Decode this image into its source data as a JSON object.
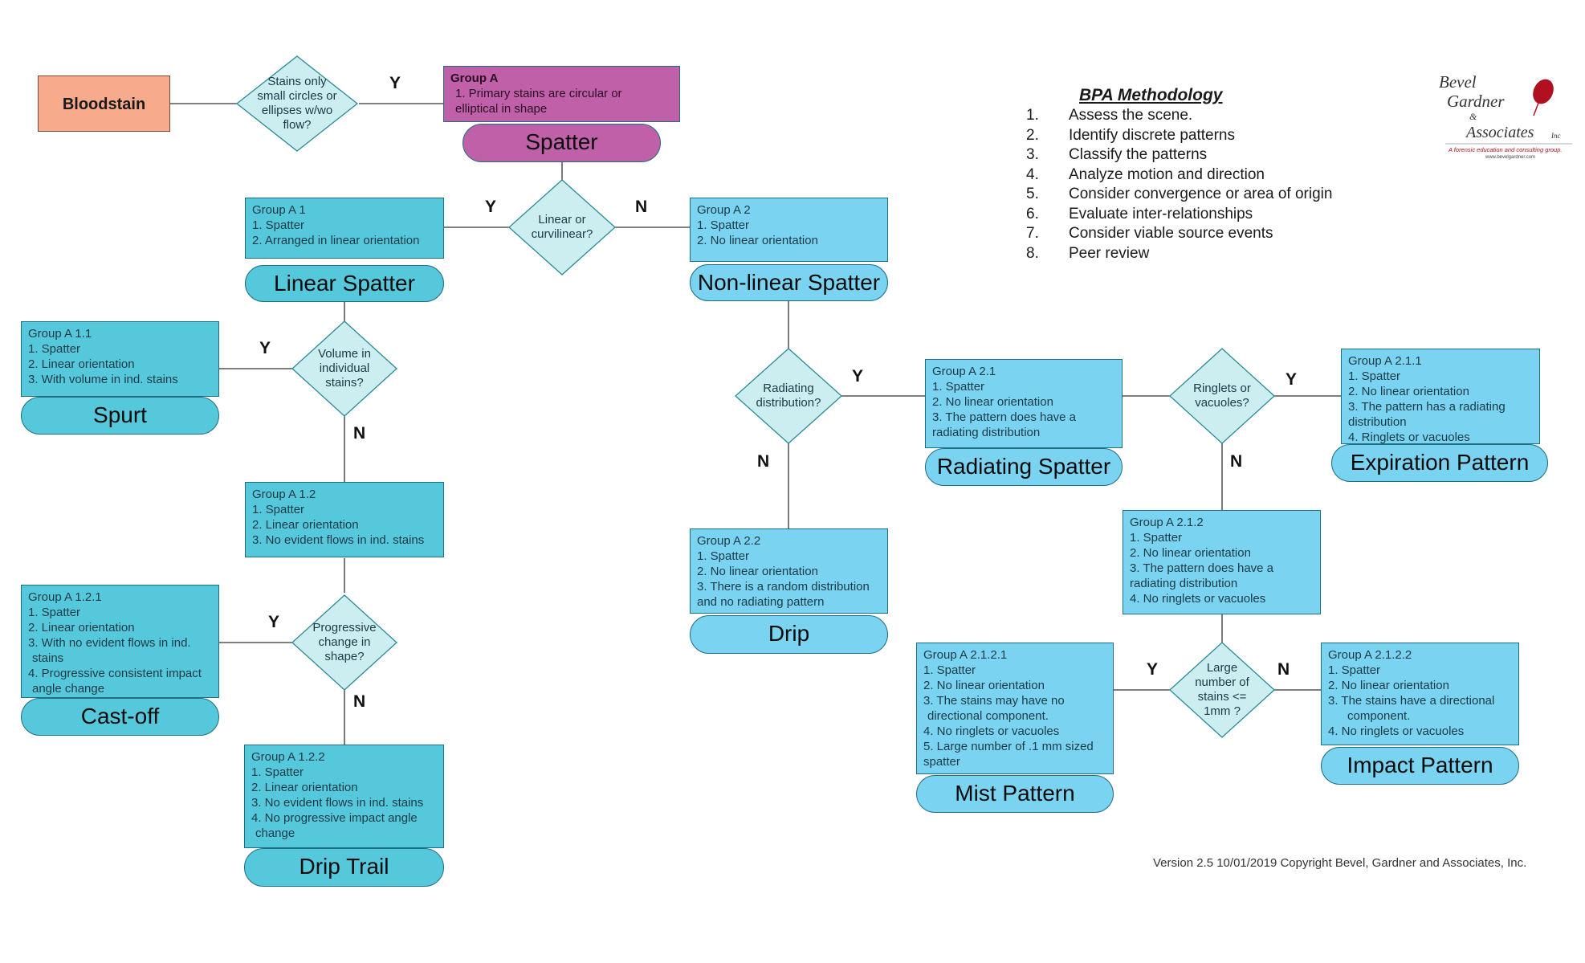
{
  "start": {
    "label": "Bloodstain"
  },
  "questions": {
    "q_stains": "Stains only small circles or ellipses w/wo flow?",
    "q_linear": "Linear or curvilinear?",
    "q_volume": "Volume in individual stains?",
    "q_progressive": "Progressive change in shape?",
    "q_radiating": "Radiating distribution?",
    "q_ringlets": "Ringlets or vacuoles?",
    "q_large": "Large number of stains <= 1mm ?"
  },
  "answers": {
    "yes": "Y",
    "no": "N"
  },
  "groups": {
    "a": {
      "title": "Group A",
      "items": [
        "1. Primary stains are circular or",
        "elliptical in shape"
      ],
      "pattern": "Spatter"
    },
    "a1": {
      "title": "Group A 1",
      "items": [
        "1. Spatter",
        "2. Arranged in linear orientation"
      ],
      "pattern": "Linear Spatter"
    },
    "a2": {
      "title": "Group A 2",
      "items": [
        "1. Spatter",
        "2. No linear orientation"
      ],
      "pattern": "Non-linear Spatter"
    },
    "a11": {
      "title": "Group A 1.1",
      "items": [
        "1. Spatter",
        "2. Linear orientation",
        "3. With volume in ind. stains"
      ],
      "pattern": "Spurt"
    },
    "a12": {
      "title": "Group A 1.2",
      "items": [
        "1. Spatter",
        "2. Linear orientation",
        "3. No evident flows in ind. stains"
      ]
    },
    "a121": {
      "title": "Group A 1.2.1",
      "items": [
        "1. Spatter",
        "2. Linear orientation",
        "3. With no evident flows in ind.",
        "stains",
        "4. Progressive consistent impact",
        "angle change"
      ],
      "pattern": "Cast-off"
    },
    "a122": {
      "title": "Group A 1.2.2",
      "items": [
        "1. Spatter",
        "2. Linear orientation",
        "3. No evident flows in ind. stains",
        "4. No progressive impact angle",
        "change"
      ],
      "pattern": "Drip Trail"
    },
    "a21": {
      "title": "Group A 2.1",
      "items": [
        "1. Spatter",
        "2. No linear orientation",
        "3. The pattern does have a",
        "radiating distribution"
      ],
      "pattern": "Radiating Spatter"
    },
    "a22": {
      "title": "Group A 2.2",
      "items": [
        "1. Spatter",
        "2. No linear orientation",
        "3. There is a random distribution",
        "and no radiating pattern"
      ],
      "pattern": "Drip"
    },
    "a211": {
      "title": "Group A 2.1.1",
      "items": [
        "1. Spatter",
        "2. No linear orientation",
        "3. The pattern has a radiating",
        "distribution",
        "4. Ringlets or vacuoles"
      ],
      "pattern": "Expiration Pattern"
    },
    "a212": {
      "title": "Group A 2.1.2",
      "items": [
        "1. Spatter",
        "2. No linear orientation",
        "3. The pattern does have a",
        "radiating distribution",
        "4. No ringlets or vacuoles"
      ]
    },
    "a2121": {
      "title": "Group A 2.1.2.1",
      "items": [
        "1. Spatter",
        "2. No linear orientation",
        "3. The stains may have no",
        "directional component.",
        "4. No ringlets or vacuoles",
        "5. Large number of .1 mm sized",
        "spatter"
      ],
      "pattern": "Mist Pattern"
    },
    "a2122": {
      "title": "Group A 2.1.2.2",
      "items": [
        "1. Spatter",
        "2. No linear orientation",
        "3. The stains have a directional",
        "component.",
        "4. No ringlets or vacuoles"
      ],
      "pattern": "Impact Pattern"
    }
  },
  "methodology": {
    "title": "BPA Methodology",
    "steps": [
      {
        "num": "1.",
        "text": "Assess the scene."
      },
      {
        "num": "2.",
        "text": "Identify discrete patterns"
      },
      {
        "num": "3.",
        "text": "Classify the patterns"
      },
      {
        "num": "4.",
        "text": "Analyze motion and direction"
      },
      {
        "num": "5.",
        "text": "Consider convergence or area of origin"
      },
      {
        "num": "6.",
        "text": "Evaluate inter-relationships"
      },
      {
        "num": "7.",
        "text": "Consider viable source events"
      },
      {
        "num": "8.",
        "text": "Peer review"
      }
    ]
  },
  "logo": {
    "line1": "Bevel",
    "line2": "Gardner",
    "amp": "&",
    "line3": "Associates",
    "inc": "Inc",
    "tagline": "A forensic education and consulting group.",
    "url": "www.bevelgardner.com",
    "accent": "#b01020"
  },
  "footer": {
    "version": "Version 2.5  10/01/2019 Copyright Bevel, Gardner and Associates, Inc."
  },
  "colors": {
    "teal": "#56c8db",
    "light_blue": "#79d3f1",
    "magenta": "#c060a8",
    "salmon": "#f7ab8c",
    "diamond": "#cdeef0"
  }
}
